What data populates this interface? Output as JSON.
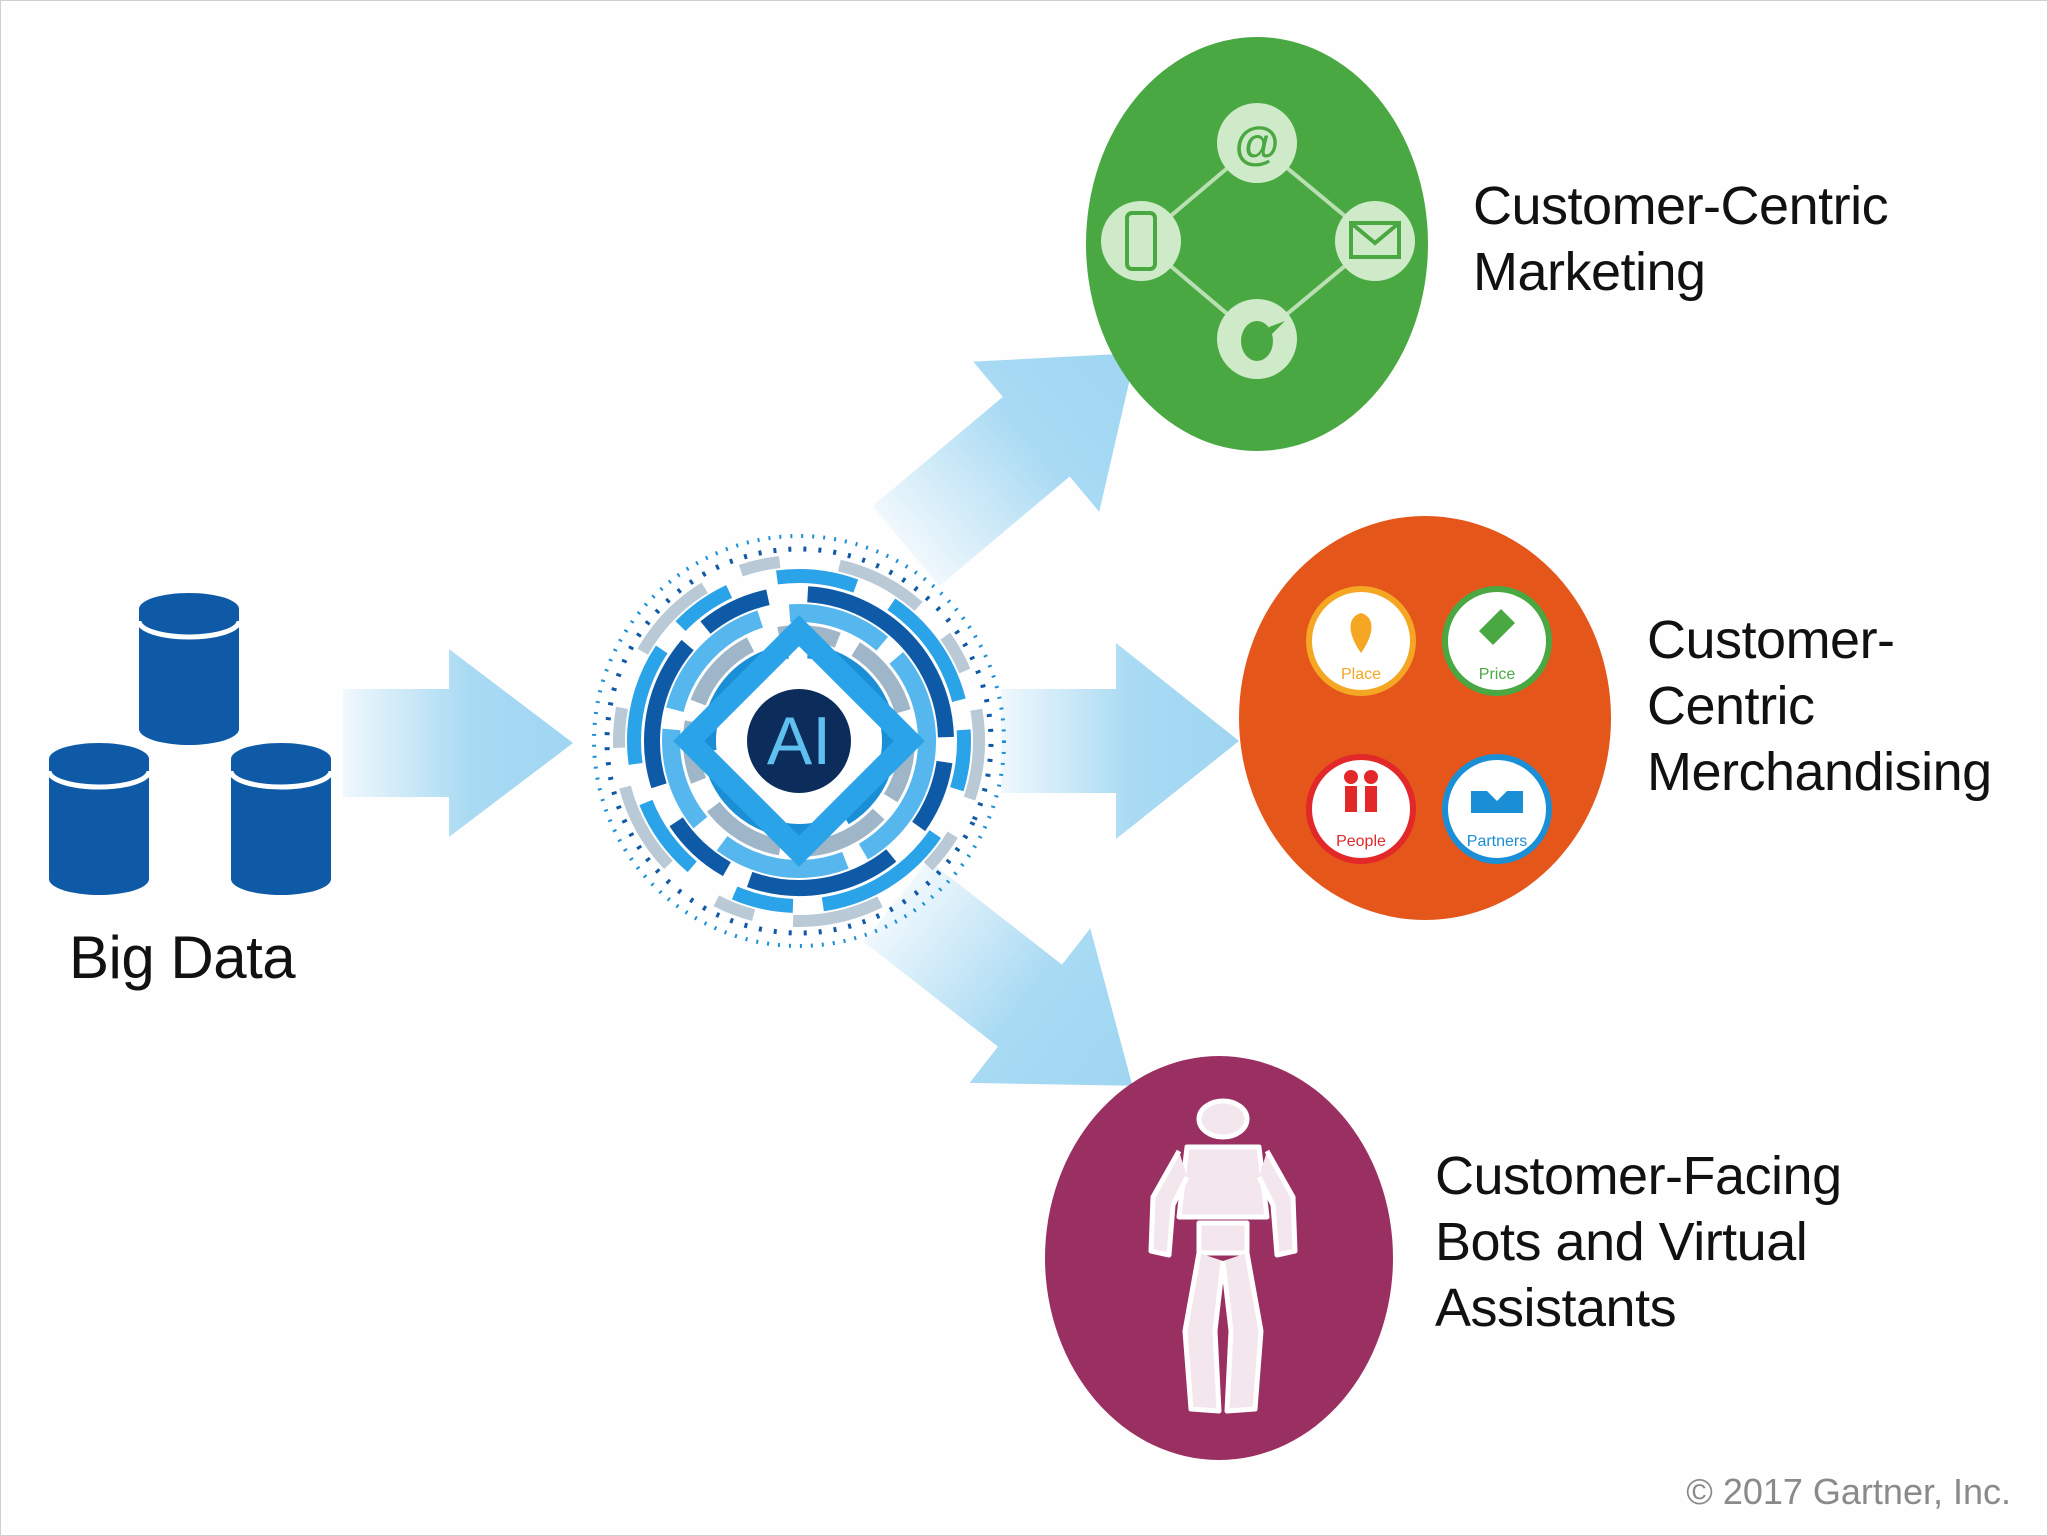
{
  "input": {
    "label": "Big Data"
  },
  "core": {
    "label": "AI"
  },
  "outputs": [
    {
      "line1": "Customer-Centric",
      "line2": "Marketing",
      "line3": ""
    },
    {
      "line1": "Customer-",
      "line2": "Centric",
      "line3": "Merchandising"
    },
    {
      "line1": "Customer-Facing",
      "line2": "Bots and Virtual",
      "line3": "Assistants"
    }
  ],
  "merchandising_icons": {
    "place": "Place",
    "price": "Price",
    "people": "People",
    "partners": "Partners"
  },
  "marketing_icons": [
    "at-sign-icon",
    "phone-icon",
    "envelope-icon",
    "bird-icon"
  ],
  "colors": {
    "database": "#0e5aa7",
    "arrow": "#9fd6f2",
    "marketing": "#4aa843",
    "merchandising": "#e4561a",
    "bots": "#9a2f62",
    "ai_core": "#0c2d5c"
  },
  "footer": "© 2017 Gartner, Inc."
}
